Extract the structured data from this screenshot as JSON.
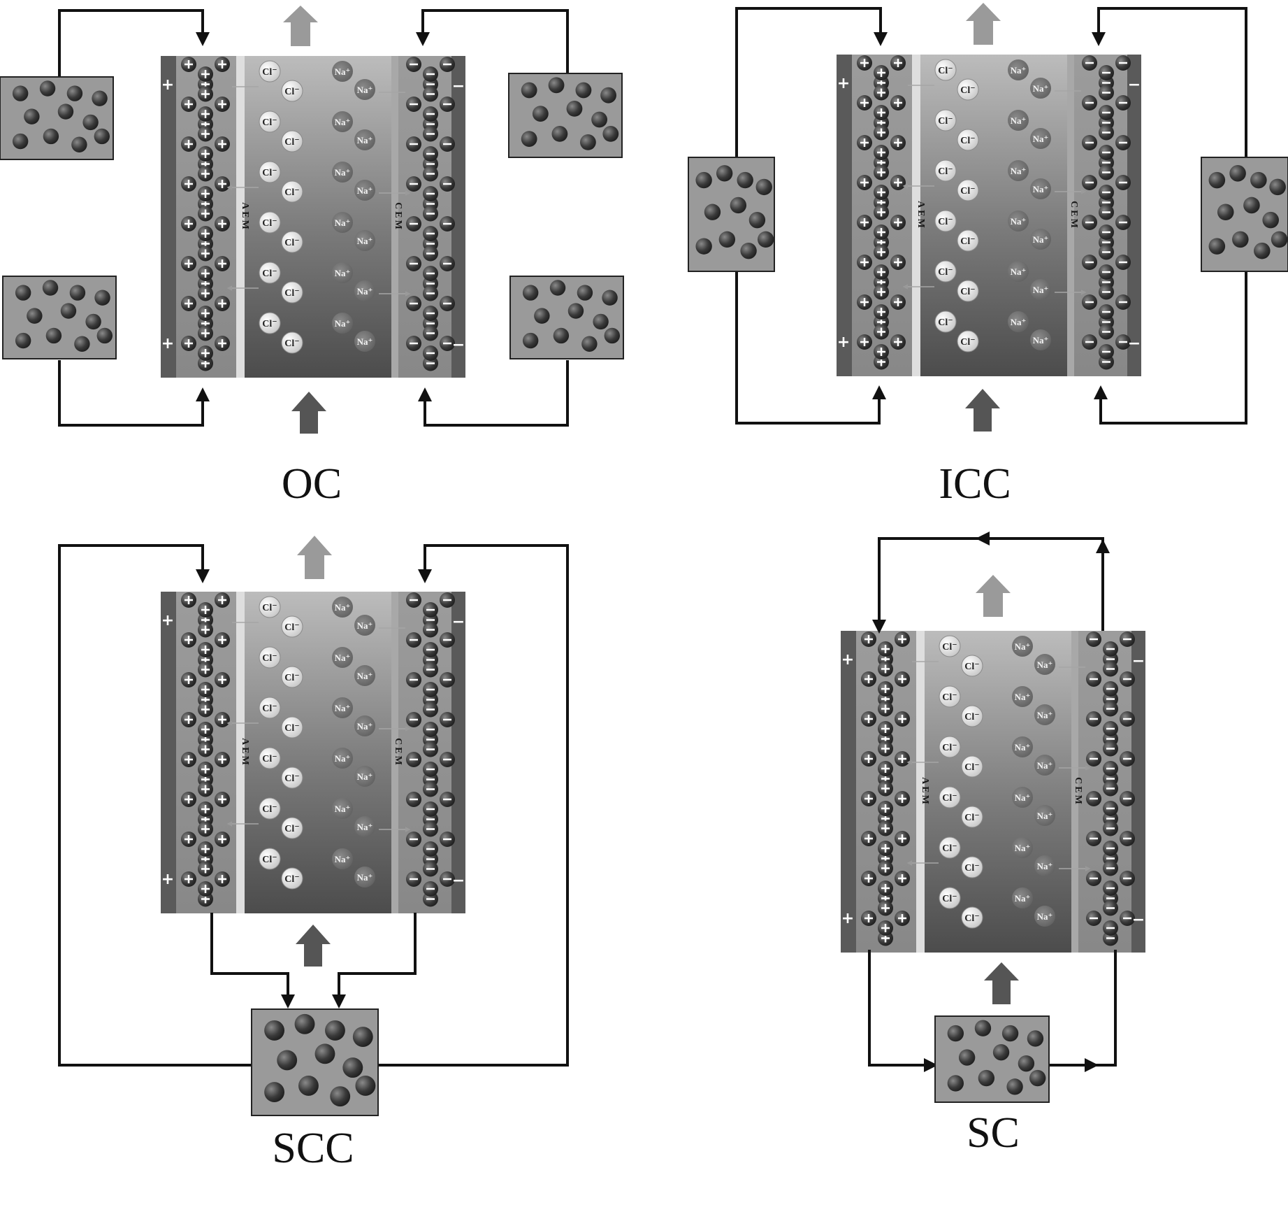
{
  "panels": [
    {
      "id": "oc",
      "caption": "OC"
    },
    {
      "id": "icc",
      "caption": "ICC"
    },
    {
      "id": "scc",
      "caption": "SCC"
    },
    {
      "id": "sc",
      "caption": "SC"
    }
  ],
  "labels": {
    "aem": "AEM",
    "cem": "CEM",
    "anion": "Cl⁻",
    "cation": "Na⁺",
    "plus": "+",
    "minus": "−"
  },
  "colors": {
    "cell_dark": "#4a4a4a",
    "cell_mid": "#7a7a7a",
    "chamber_light": "#bdbdbd",
    "aem_strip": "#dedede",
    "particle": "#3a3a3a",
    "box_fill": "#9a9a9a",
    "wire": "#111111",
    "arrow_out": "#9a9a9a",
    "arrow_in": "#555555"
  }
}
